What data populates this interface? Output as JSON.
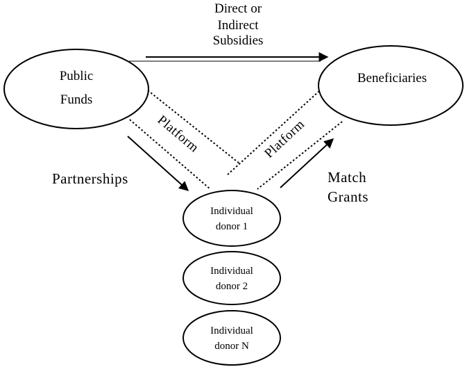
{
  "nodes": {
    "public_funds": {
      "line1": "Public",
      "line2": "Funds"
    },
    "beneficiaries": {
      "label": "Beneficiaries"
    },
    "donor1": {
      "line1": "Individual",
      "line2": "donor 1"
    },
    "donor2": {
      "line1": "Individual",
      "line2": "donor 2"
    },
    "donorN": {
      "line1": "Individual",
      "line2": "donor N"
    }
  },
  "edges": {
    "subsidies": {
      "line1": "Direct or",
      "line2": "Indirect",
      "line3": "Subsidies"
    },
    "partnerships": {
      "label": "Partnerships"
    },
    "match_grants": {
      "line1": "Match",
      "line2": "Grants"
    }
  },
  "platforms": {
    "left": "Platform",
    "right": "Platform"
  }
}
